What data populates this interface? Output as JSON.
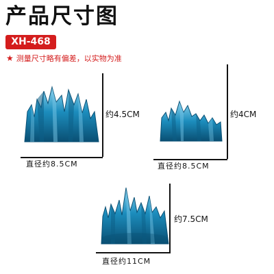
{
  "header": {
    "title": "产品尺寸图",
    "model": "XH-468",
    "note": "测量尺寸略有偏差，以实物为准"
  },
  "products": [
    {
      "height_label": "约4.5CM",
      "diameter_label": "直径约8.5CM"
    },
    {
      "height_label": "约4CM",
      "diameter_label": "直径约8.5CM"
    },
    {
      "height_label": "约7.5CM",
      "diameter_label": "直径约11CM"
    }
  ],
  "colors": {
    "accent_red": "#d41d1d",
    "crystal_dark": "#0c5e86",
    "crystal_mid": "#1c8dbd",
    "crystal_light": "#79c8e8"
  }
}
